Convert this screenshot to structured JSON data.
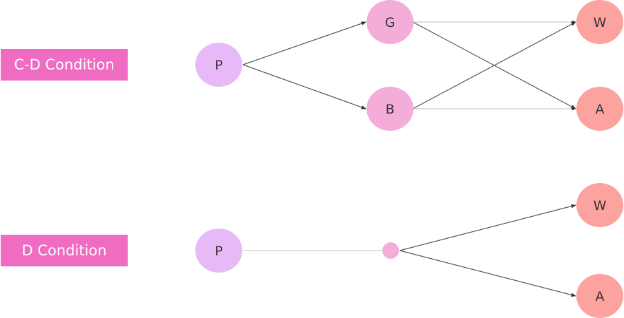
{
  "conditions": {
    "cd_label": "C-D Condition",
    "d_label": "D Condition"
  },
  "nodes": {
    "cd_p": "P",
    "cd_g": "G",
    "cd_b": "B",
    "cd_w": "W",
    "cd_a": "A",
    "d_p": "P",
    "d_w": "W",
    "d_a": "A"
  },
  "colors": {
    "label_bg": "#f06bc2",
    "p_node": "#e8b9f7",
    "mid_node": "#f4acd8",
    "end_node": "#fca3a0",
    "edge_dark": "#555555",
    "edge_light": "#bbbbbb"
  }
}
